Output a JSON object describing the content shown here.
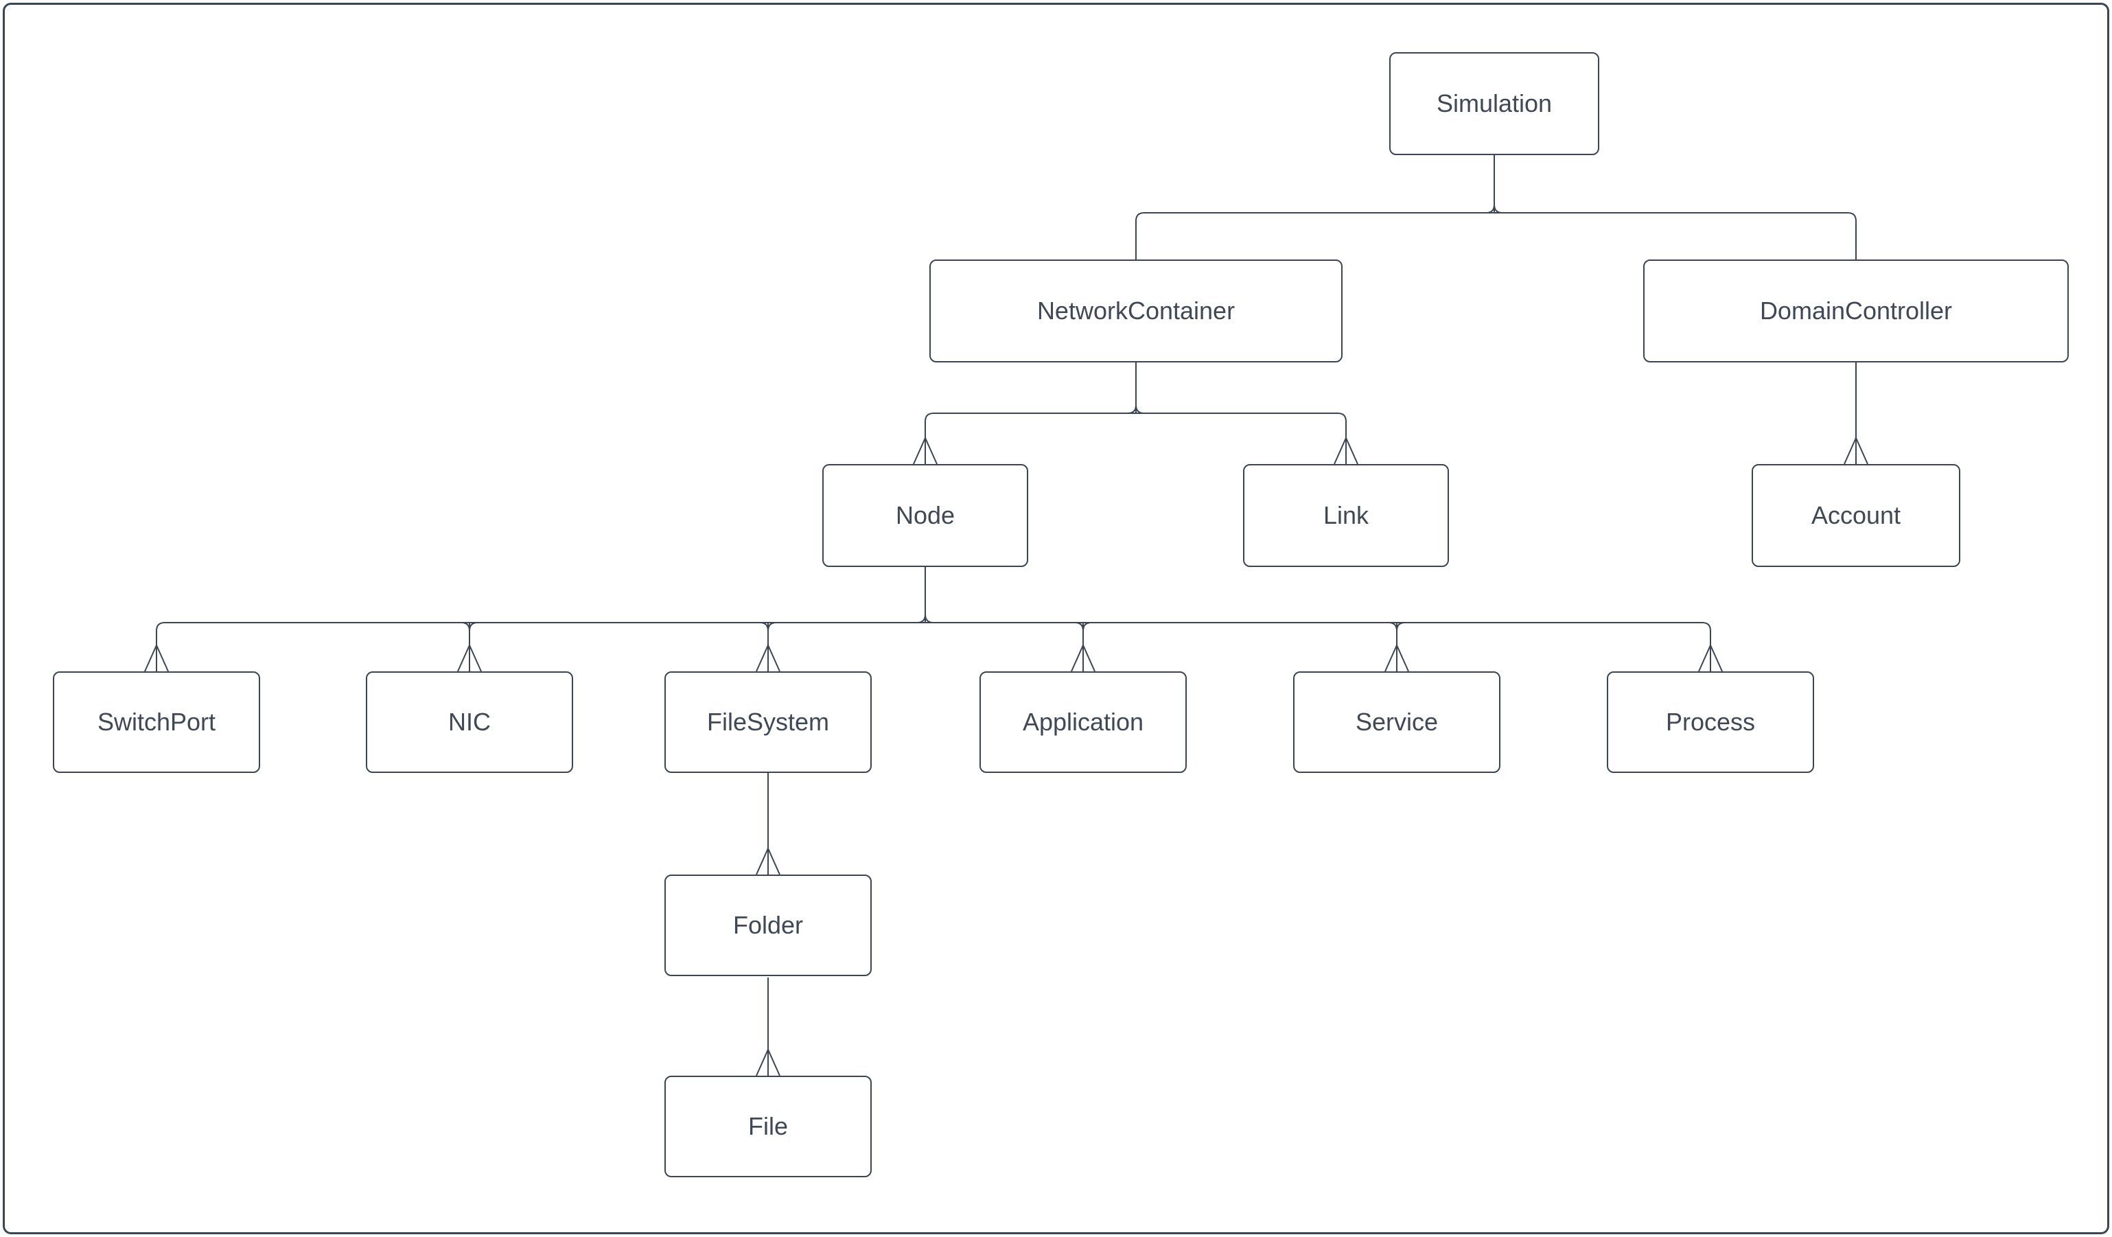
{
  "diagram": {
    "type": "class-hierarchy-tree",
    "colors": {
      "stroke": "#3c4653",
      "text": "#3f4956",
      "background": "#ffffff"
    },
    "nodes": [
      {
        "id": "simulation",
        "label": "Simulation"
      },
      {
        "id": "networkcontainer",
        "label": "NetworkContainer"
      },
      {
        "id": "domaincontroller",
        "label": "DomainController"
      },
      {
        "id": "node",
        "label": "Node"
      },
      {
        "id": "link",
        "label": "Link"
      },
      {
        "id": "account",
        "label": "Account"
      },
      {
        "id": "switchport",
        "label": "SwitchPort"
      },
      {
        "id": "nic",
        "label": "NIC"
      },
      {
        "id": "filesystem",
        "label": "FileSystem"
      },
      {
        "id": "application",
        "label": "Application"
      },
      {
        "id": "service",
        "label": "Service"
      },
      {
        "id": "process",
        "label": "Process"
      },
      {
        "id": "folder",
        "label": "Folder"
      },
      {
        "id": "file",
        "label": "File"
      }
    ],
    "edges": [
      {
        "parent": "Simulation",
        "child": "NetworkContainer",
        "arrowhead": false
      },
      {
        "parent": "Simulation",
        "child": "DomainController",
        "arrowhead": false
      },
      {
        "parent": "NetworkContainer",
        "child": "Node",
        "arrowhead": true
      },
      {
        "parent": "NetworkContainer",
        "child": "Link",
        "arrowhead": true
      },
      {
        "parent": "DomainController",
        "child": "Account",
        "arrowhead": true
      },
      {
        "parent": "Node",
        "child": "SwitchPort",
        "arrowhead": true
      },
      {
        "parent": "Node",
        "child": "NIC",
        "arrowhead": true
      },
      {
        "parent": "Node",
        "child": "FileSystem",
        "arrowhead": true
      },
      {
        "parent": "Node",
        "child": "Application",
        "arrowhead": true
      },
      {
        "parent": "Node",
        "child": "Service",
        "arrowhead": true
      },
      {
        "parent": "Node",
        "child": "Process",
        "arrowhead": true
      },
      {
        "parent": "FileSystem",
        "child": "Folder",
        "arrowhead": true
      },
      {
        "parent": "Folder",
        "child": "File",
        "arrowhead": true
      }
    ]
  }
}
